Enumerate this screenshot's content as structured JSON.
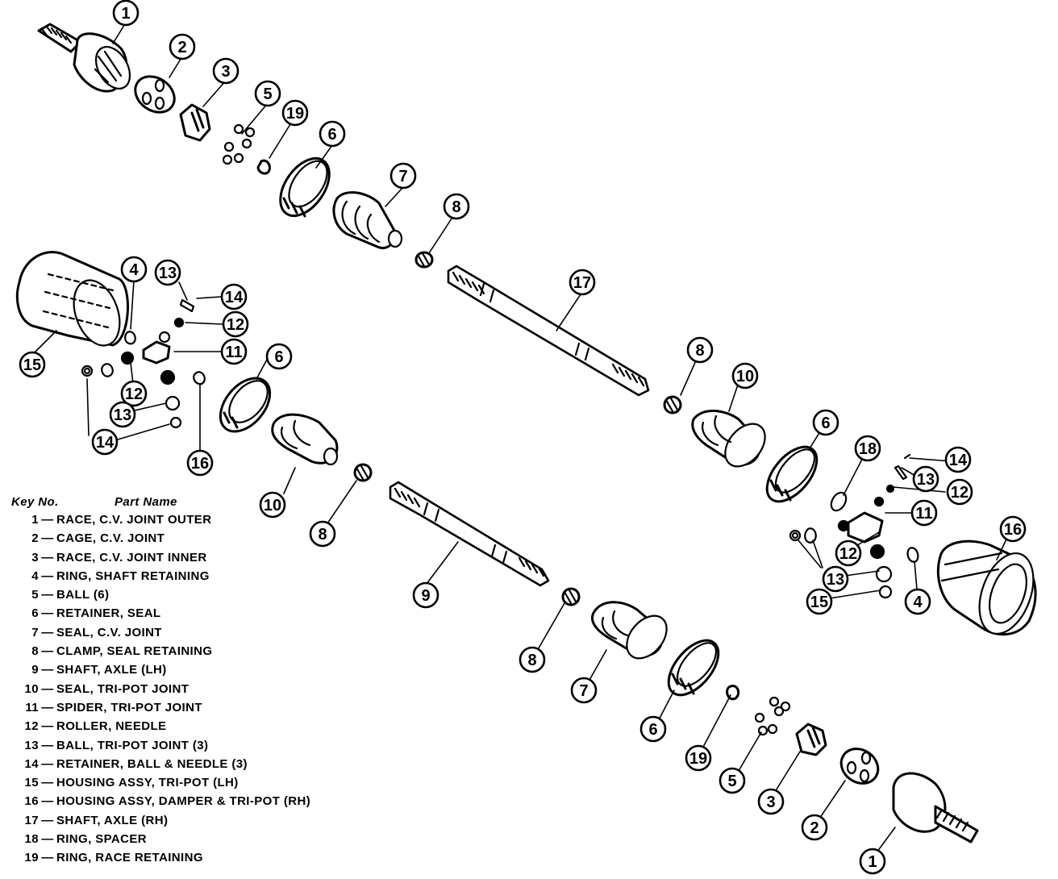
{
  "key": {
    "heading_key": "Key No.",
    "heading_part": "Part Name",
    "items": [
      {
        "no": "1",
        "name": "RACE, C.V. JOINT OUTER"
      },
      {
        "no": "2",
        "name": "CAGE, C.V. JOINT"
      },
      {
        "no": "3",
        "name": "RACE, C.V. JOINT INNER"
      },
      {
        "no": "4",
        "name": "RING, SHAFT RETAINING"
      },
      {
        "no": "5",
        "name": "BALL (6)"
      },
      {
        "no": "6",
        "name": "RETAINER, SEAL"
      },
      {
        "no": "7",
        "name": "SEAL, C.V. JOINT"
      },
      {
        "no": "8",
        "name": "CLAMP, SEAL RETAINING"
      },
      {
        "no": "9",
        "name": "SHAFT, AXLE (LH)"
      },
      {
        "no": "10",
        "name": "SEAL, TRI-POT JOINT"
      },
      {
        "no": "11",
        "name": "SPIDER, TRI-POT JOINT"
      },
      {
        "no": "12",
        "name": "ROLLER, NEEDLE"
      },
      {
        "no": "13",
        "name": "BALL, TRI-POT JOINT (3)"
      },
      {
        "no": "14",
        "name": "RETAINER, BALL & NEEDLE (3)"
      },
      {
        "no": "15",
        "name": "HOUSING ASSY, TRI-POT (LH)"
      },
      {
        "no": "16",
        "name": "HOUSING ASSY, DAMPER & TRI-POT (RH)"
      },
      {
        "no": "17",
        "name": "SHAFT, AXLE (RH)"
      },
      {
        "no": "18",
        "name": "RING, SPACER"
      },
      {
        "no": "19",
        "name": "RING, RACE RETAINING"
      }
    ]
  },
  "callouts": [
    "1",
    "2",
    "3",
    "5",
    "19",
    "6",
    "7",
    "8",
    "17",
    "13",
    "14",
    "4",
    "12",
    "11",
    "15",
    "6",
    "12",
    "13",
    "14",
    "16",
    "10",
    "8",
    "9",
    "8",
    "10",
    "6",
    "18",
    "14",
    "13",
    "12",
    "11",
    "16",
    "12",
    "13",
    "15",
    "4",
    "8",
    "7",
    "6",
    "19",
    "5",
    "3",
    "2",
    "1"
  ]
}
